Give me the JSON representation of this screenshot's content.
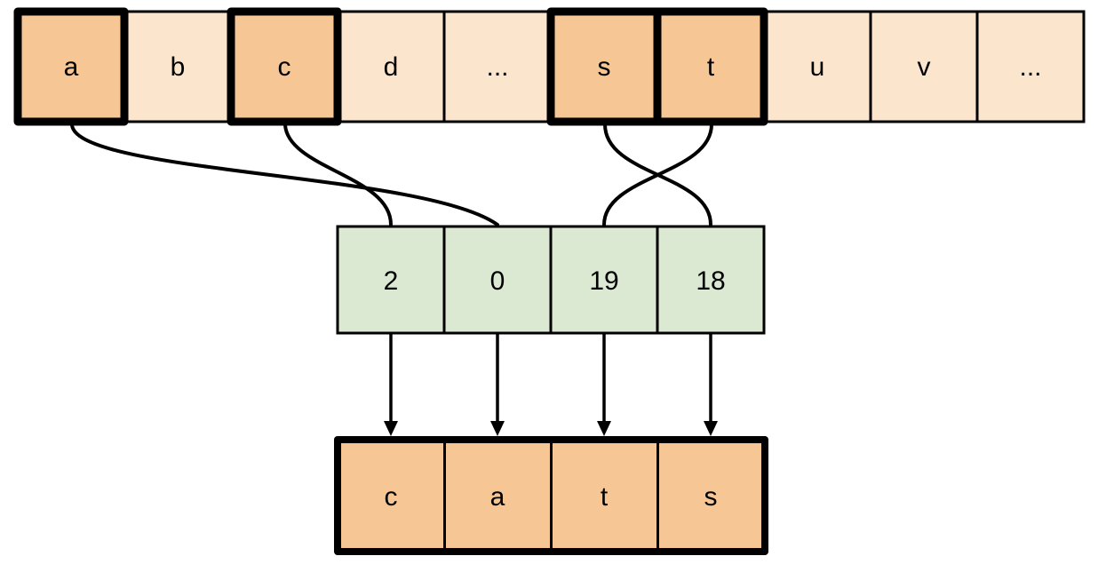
{
  "colors": {
    "background": "#FFFFFF",
    "stroke": "#000000",
    "highlight_fill": "#F6C695",
    "plain_fill": "#FBE5CD",
    "index_fill": "#DBE8D2"
  },
  "alphabet_row": {
    "cells": [
      {
        "label": "a",
        "highlighted": true
      },
      {
        "label": "b",
        "highlighted": false
      },
      {
        "label": "c",
        "highlighted": true
      },
      {
        "label": "d",
        "highlighted": false
      },
      {
        "label": "...",
        "highlighted": false
      },
      {
        "label": "s",
        "highlighted": true
      },
      {
        "label": "t",
        "highlighted": true
      },
      {
        "label": "u",
        "highlighted": false
      },
      {
        "label": "v",
        "highlighted": false
      },
      {
        "label": "...",
        "highlighted": false
      }
    ]
  },
  "index_row": {
    "cells": [
      {
        "value": "2"
      },
      {
        "value": "0"
      },
      {
        "value": "19"
      },
      {
        "value": "18"
      }
    ]
  },
  "output_row": {
    "cells": [
      {
        "label": "c"
      },
      {
        "label": "a"
      },
      {
        "label": "t"
      },
      {
        "label": "s"
      }
    ]
  },
  "connections": [
    {
      "from_letter": "c",
      "to_index": "2"
    },
    {
      "from_letter": "a",
      "to_index": "0"
    },
    {
      "from_letter": "t",
      "to_index": "19"
    },
    {
      "from_letter": "s",
      "to_index": "18"
    }
  ]
}
